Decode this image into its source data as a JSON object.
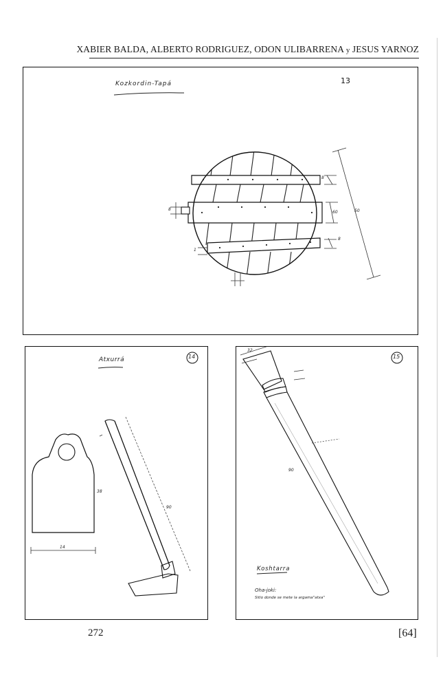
{
  "header": {
    "authors": "XABIER BALDA, ALBERTO RODRIGUEZ, ODON ULIBARRENA",
    "conjunction": "y",
    "last_author": "JESUS YARNOZ"
  },
  "plates": {
    "top": {
      "title": "Kozkordin-Tapá",
      "number": "13",
      "dims": {
        "d1": "8",
        "d2": "60",
        "d3": "8",
        "total": "50",
        "side": "8",
        "bottom": "1"
      }
    },
    "bottom_left": {
      "title": "Atxurrá",
      "number": "14",
      "dims": {
        "height": "38",
        "width": "14",
        "handle": "90"
      }
    },
    "bottom_right": {
      "title": "Koshtarra",
      "number": "15",
      "dims": {
        "length": "90",
        "top": "32"
      },
      "note_title": "Oha-joki:",
      "note_text": "Sitio donde se mete la argama\"atxa\""
    }
  },
  "footer": {
    "page_number": "272",
    "bracket_page": "[64]"
  }
}
